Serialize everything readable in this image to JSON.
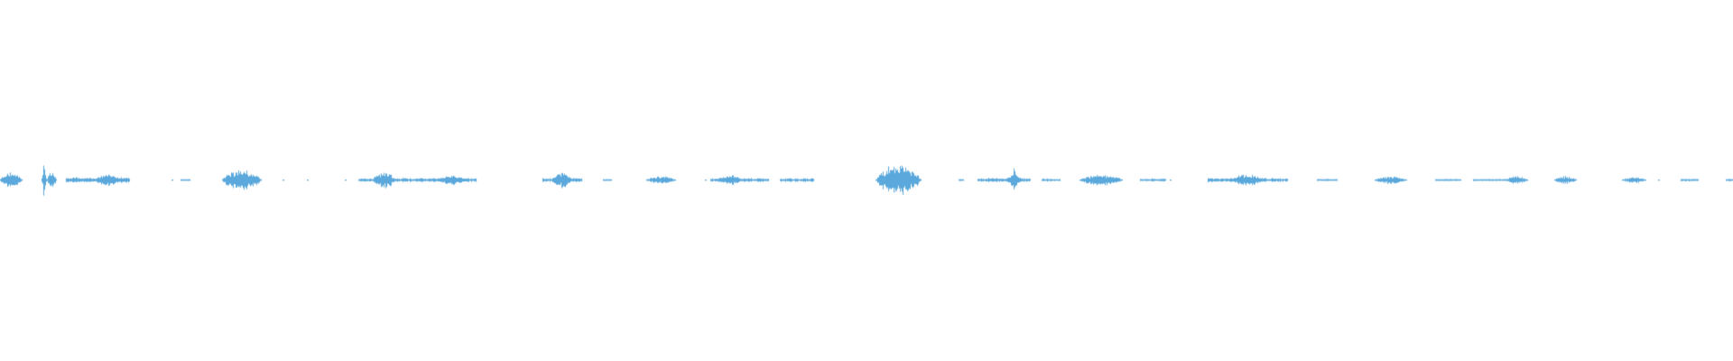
{
  "waveform": {
    "color": "#5aa8dc",
    "background": "#ffffff",
    "amplitude_scale": 1.0,
    "segments": [
      {
        "start": 0.0,
        "end": 0.013,
        "amp": 0.02,
        "kind": "blob"
      },
      {
        "start": 0.024,
        "end": 0.027,
        "amp": 0.06,
        "kind": "spike"
      },
      {
        "start": 0.027,
        "end": 0.033,
        "amp": 0.02,
        "kind": "blob"
      },
      {
        "start": 0.038,
        "end": 0.075,
        "amp": 0.008,
        "kind": "line"
      },
      {
        "start": 0.055,
        "end": 0.068,
        "amp": 0.018,
        "kind": "blob"
      },
      {
        "start": 0.099,
        "end": 0.1,
        "amp": 0.003,
        "kind": "dot"
      },
      {
        "start": 0.104,
        "end": 0.11,
        "amp": 0.003,
        "kind": "line"
      },
      {
        "start": 0.128,
        "end": 0.151,
        "amp": 0.028,
        "kind": "blob"
      },
      {
        "start": 0.163,
        "end": 0.164,
        "amp": 0.003,
        "kind": "dot"
      },
      {
        "start": 0.177,
        "end": 0.178,
        "amp": 0.003,
        "kind": "dot"
      },
      {
        "start": 0.199,
        "end": 0.2,
        "amp": 0.003,
        "kind": "dot"
      },
      {
        "start": 0.207,
        "end": 0.275,
        "amp": 0.006,
        "kind": "line"
      },
      {
        "start": 0.215,
        "end": 0.228,
        "amp": 0.022,
        "kind": "blob"
      },
      {
        "start": 0.252,
        "end": 0.27,
        "amp": 0.012,
        "kind": "blob"
      },
      {
        "start": 0.313,
        "end": 0.336,
        "amp": 0.006,
        "kind": "line"
      },
      {
        "start": 0.318,
        "end": 0.33,
        "amp": 0.02,
        "kind": "blob"
      },
      {
        "start": 0.348,
        "end": 0.353,
        "amp": 0.003,
        "kind": "line"
      },
      {
        "start": 0.373,
        "end": 0.39,
        "amp": 0.01,
        "kind": "blob"
      },
      {
        "start": 0.407,
        "end": 0.408,
        "amp": 0.003,
        "kind": "dot"
      },
      {
        "start": 0.41,
        "end": 0.444,
        "amp": 0.006,
        "kind": "line"
      },
      {
        "start": 0.414,
        "end": 0.428,
        "amp": 0.014,
        "kind": "blob"
      },
      {
        "start": 0.45,
        "end": 0.47,
        "amp": 0.006,
        "kind": "line"
      },
      {
        "start": 0.505,
        "end": 0.532,
        "amp": 0.04,
        "kind": "blob"
      },
      {
        "start": 0.553,
        "end": 0.556,
        "amp": 0.003,
        "kind": "line"
      },
      {
        "start": 0.564,
        "end": 0.595,
        "amp": 0.006,
        "kind": "line"
      },
      {
        "start": 0.58,
        "end": 0.59,
        "amp": 0.016,
        "kind": "blob"
      },
      {
        "start": 0.584,
        "end": 0.587,
        "amp": 0.045,
        "kind": "spike"
      },
      {
        "start": 0.601,
        "end": 0.612,
        "amp": 0.004,
        "kind": "line"
      },
      {
        "start": 0.623,
        "end": 0.648,
        "amp": 0.014,
        "kind": "blob"
      },
      {
        "start": 0.658,
        "end": 0.673,
        "amp": 0.004,
        "kind": "line"
      },
      {
        "start": 0.675,
        "end": 0.677,
        "amp": 0.003,
        "kind": "dot"
      },
      {
        "start": 0.697,
        "end": 0.743,
        "amp": 0.006,
        "kind": "line"
      },
      {
        "start": 0.71,
        "end": 0.73,
        "amp": 0.014,
        "kind": "blob"
      },
      {
        "start": 0.76,
        "end": 0.772,
        "amp": 0.003,
        "kind": "line"
      },
      {
        "start": 0.793,
        "end": 0.812,
        "amp": 0.01,
        "kind": "blob"
      },
      {
        "start": 0.828,
        "end": 0.843,
        "amp": 0.003,
        "kind": "line"
      },
      {
        "start": 0.85,
        "end": 0.882,
        "amp": 0.003,
        "kind": "line"
      },
      {
        "start": 0.869,
        "end": 0.881,
        "amp": 0.01,
        "kind": "blob"
      },
      {
        "start": 0.897,
        "end": 0.91,
        "amp": 0.01,
        "kind": "blob"
      },
      {
        "start": 0.936,
        "end": 0.95,
        "amp": 0.008,
        "kind": "blob"
      },
      {
        "start": 0.957,
        "end": 0.958,
        "amp": 0.003,
        "kind": "dot"
      },
      {
        "start": 0.97,
        "end": 0.98,
        "amp": 0.004,
        "kind": "line"
      },
      {
        "start": 0.996,
        "end": 1.0,
        "amp": 0.004,
        "kind": "line"
      }
    ]
  }
}
